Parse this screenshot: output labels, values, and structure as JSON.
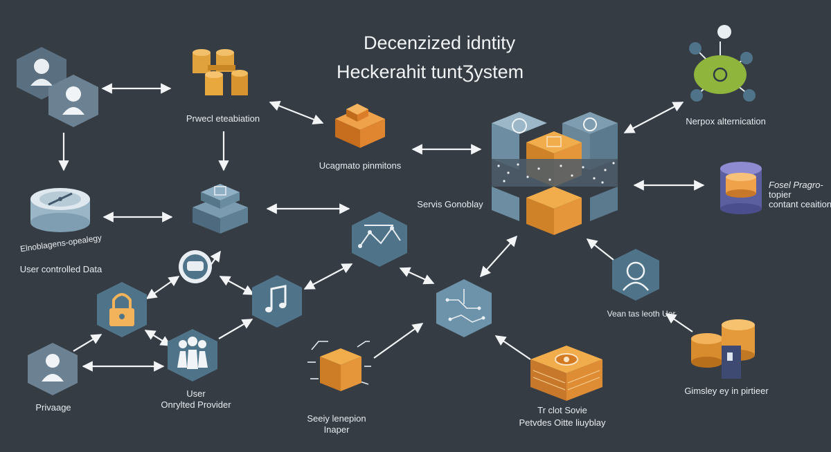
{
  "title": {
    "line1": "Decenzized idntity",
    "line2": "Heckerahit tuntƷystem"
  },
  "labels": {
    "top_center_block": "Prwecl eteabiation",
    "orange_blocks": "Ucagmato pinmitons",
    "disk_top": "Elnoblagens-opealegy",
    "disk_bottom": "User controlled Data",
    "server_center": "Servis Gonoblay",
    "top_right": "Nerpox alternication",
    "right_cylinder_line1": "Fosel Pragro-",
    "right_cylinder_line2": "topier",
    "right_cylinder_line3": "contant ceaition",
    "profile_right": "Vean tas leoth Uer",
    "coins_right": "Gimsley ey in pirtieer",
    "privacy": "Privaage",
    "provider_line1": "User",
    "provider_line2": "Onrylted Provider",
    "circuit_line1": "Seeiy lenepion",
    "circuit_line2": "Inaper",
    "chip_line1": "Tr clot Sovie",
    "chip_line2": "Petvdes Oitte liuyblay"
  },
  "colors": {
    "background": "#353c44",
    "hex_blue": "#4e7388",
    "steel": "#6f8ea3",
    "orange": "#e39a3a",
    "gold": "#e8a23a",
    "green": "#8fb43a"
  }
}
